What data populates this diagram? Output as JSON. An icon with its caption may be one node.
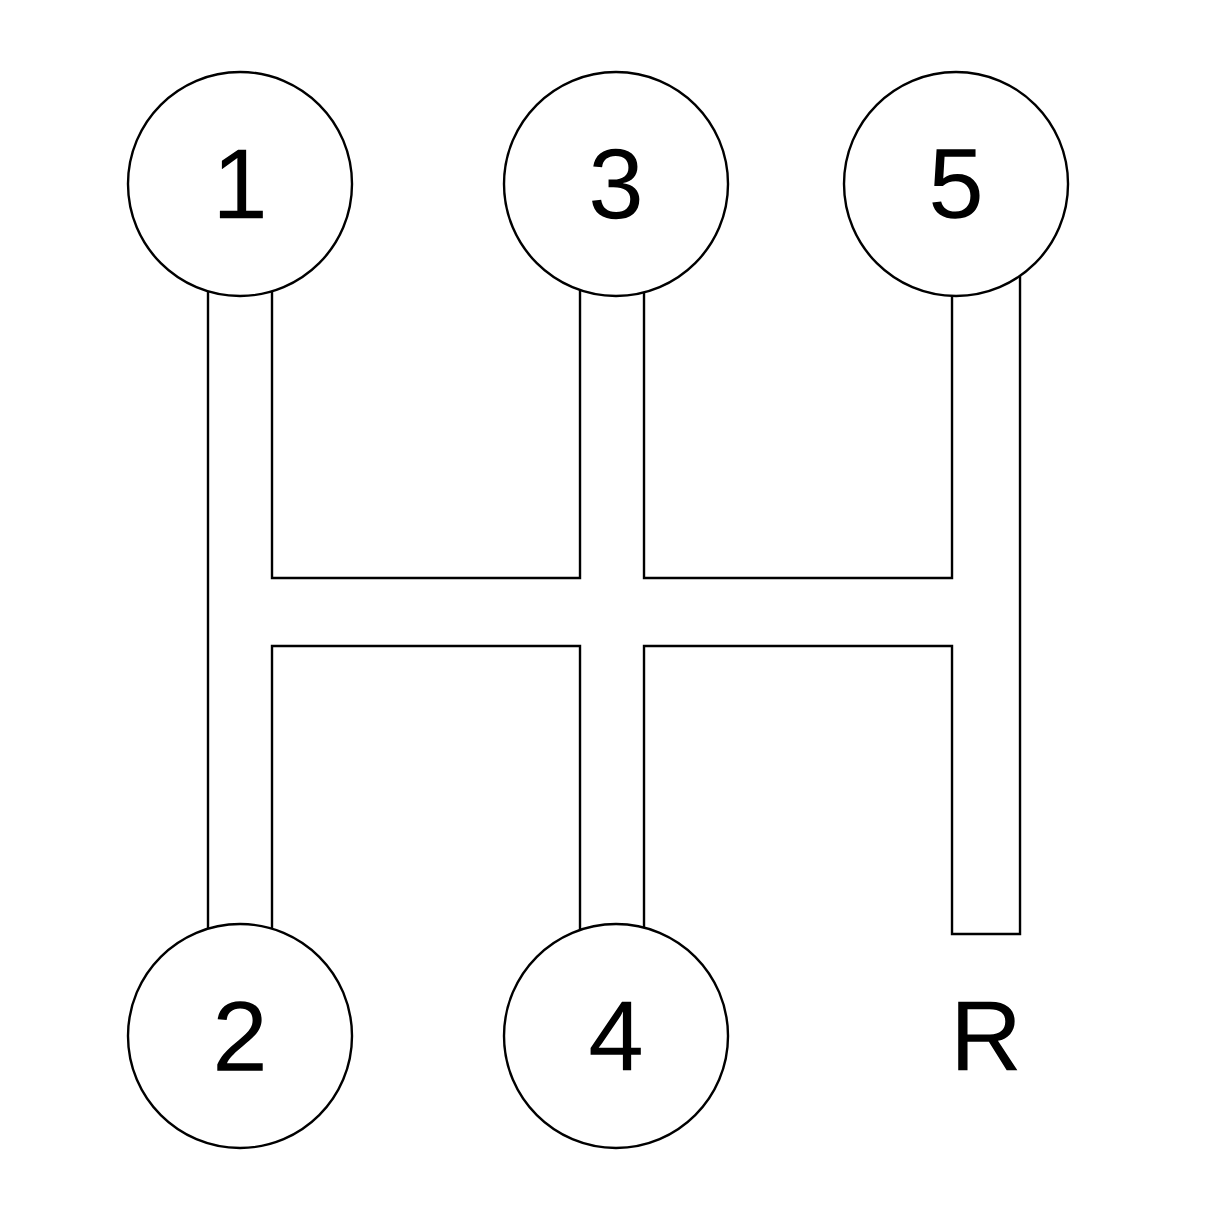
{
  "diagram": {
    "nodes": [
      {
        "text": [
          "1"
        ]
      },
      {
        "text": [
          "3"
        ]
      },
      {
        "text": [
          "5"
        ]
      },
      {
        "text": [
          "2"
        ]
      },
      {
        "text": [
          "4"
        ]
      }
    ],
    "labels": [
      "R"
    ]
  }
}
